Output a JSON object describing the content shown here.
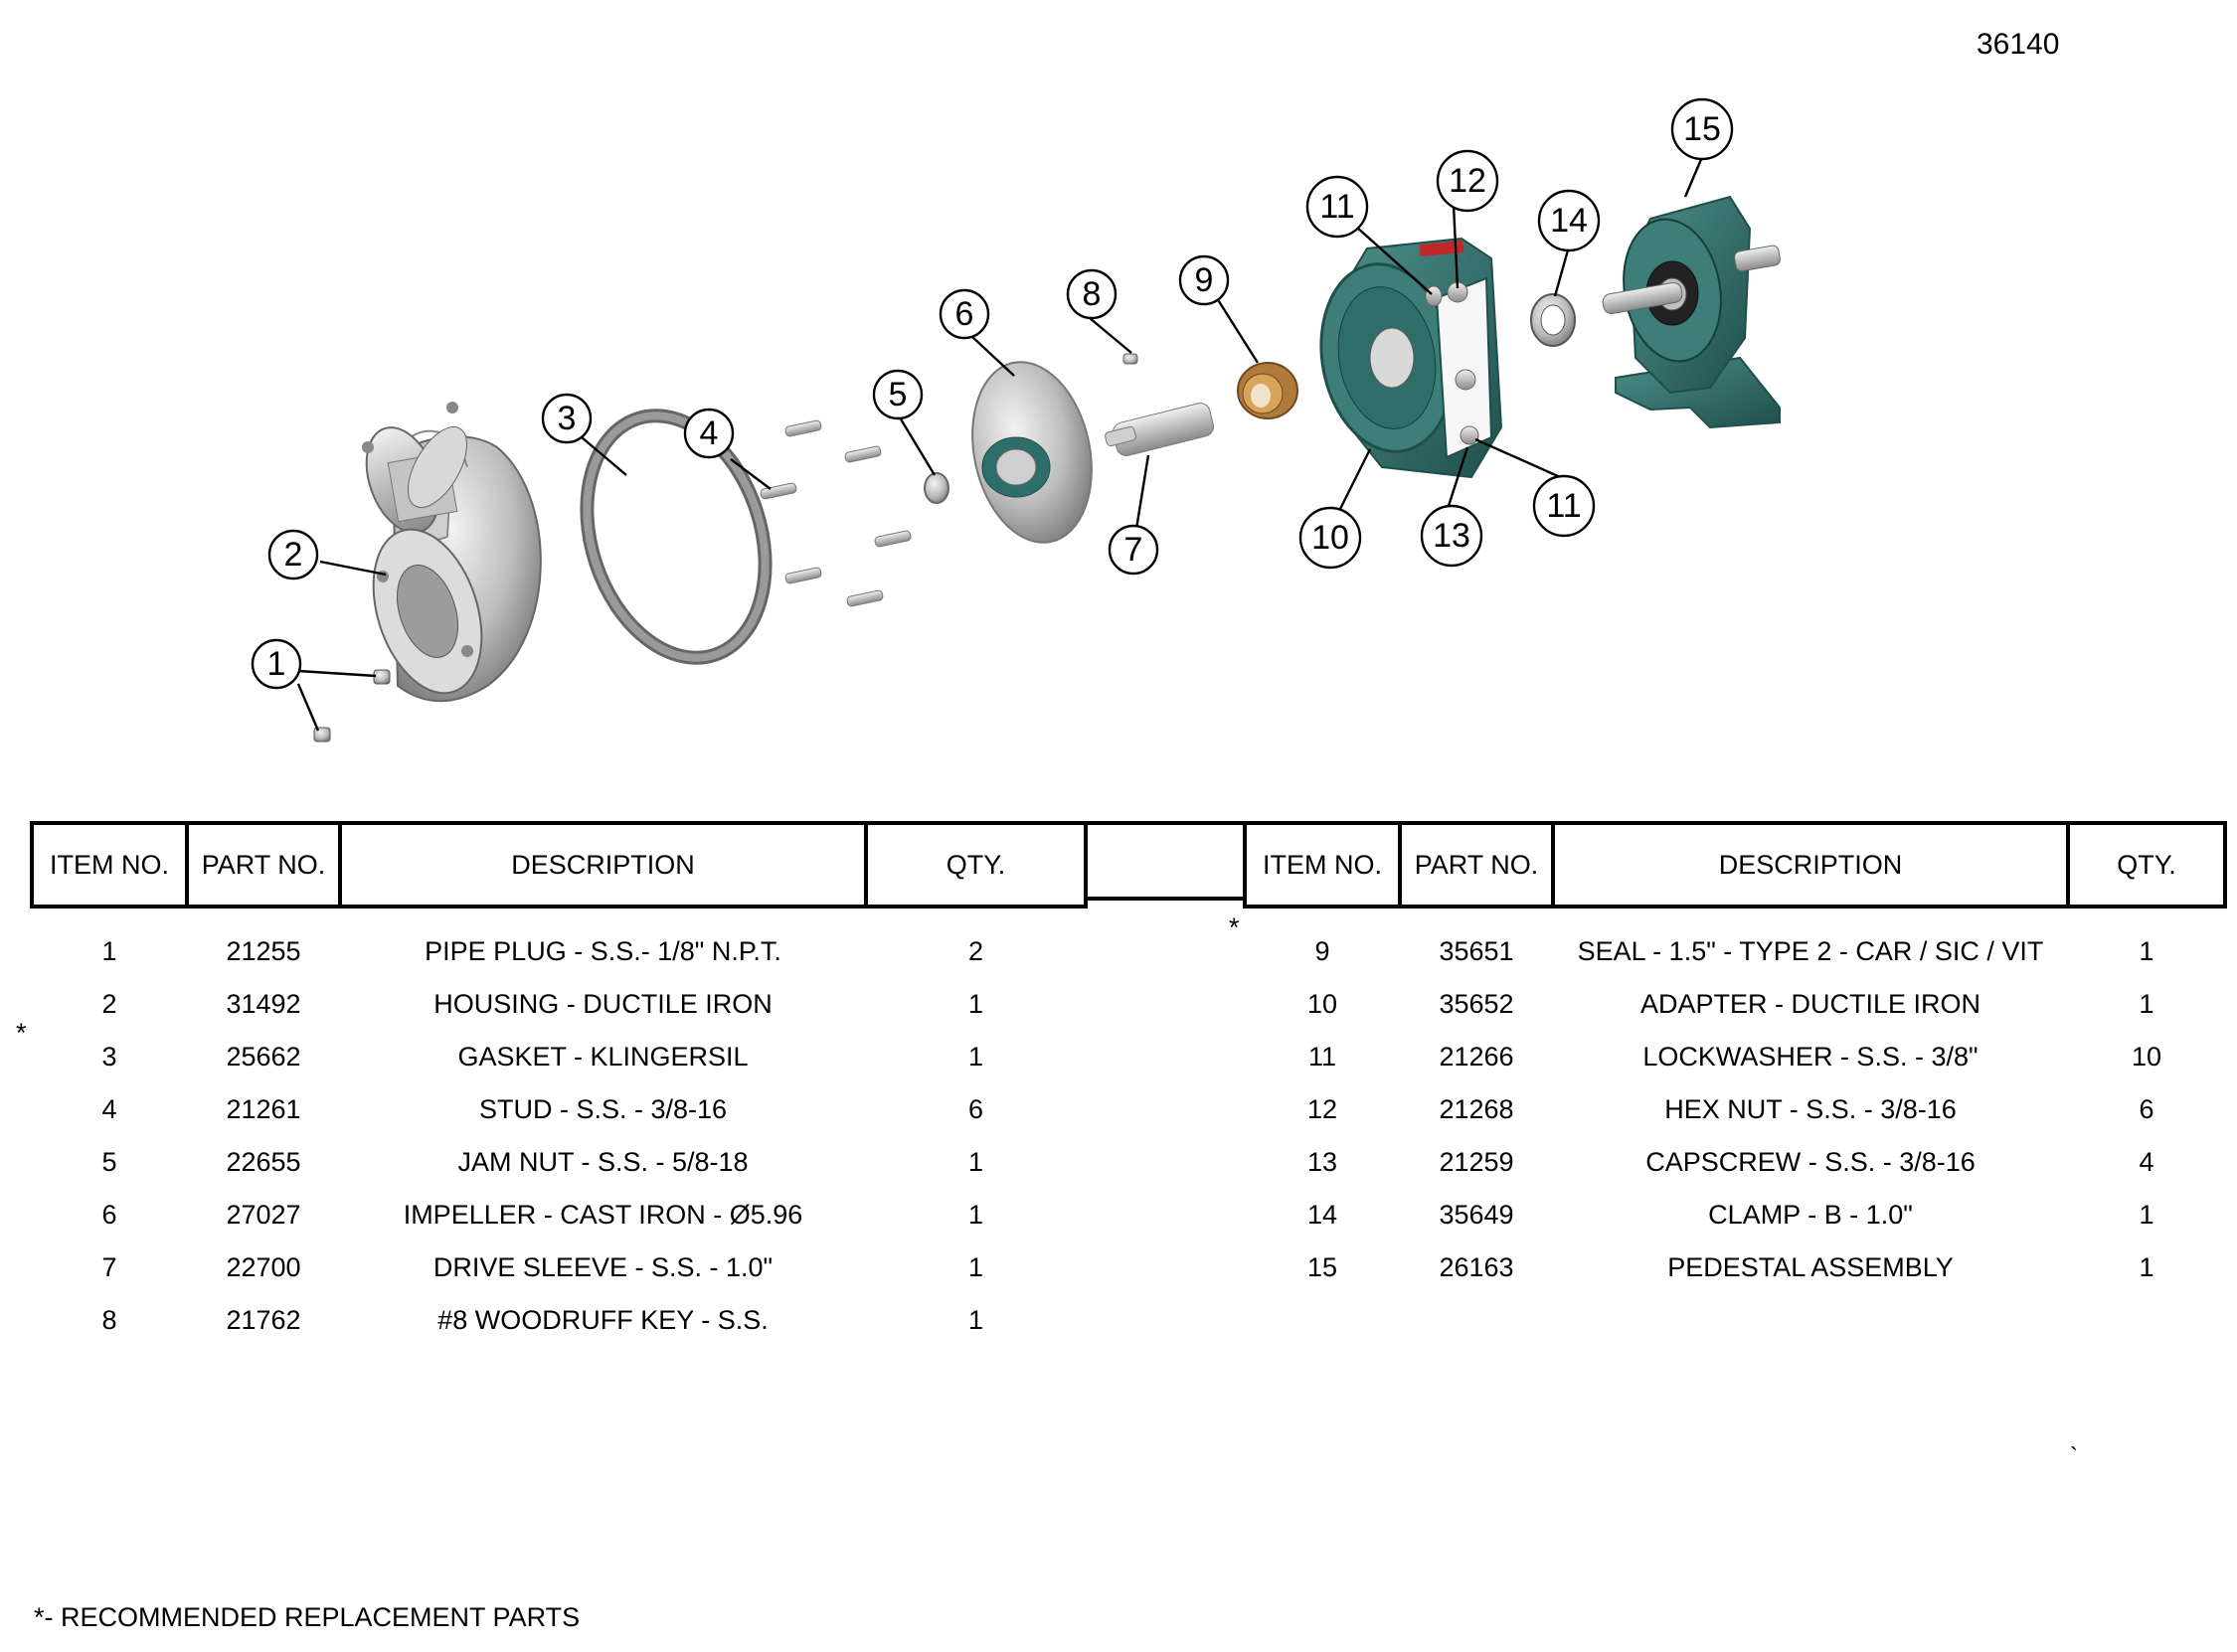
{
  "doc_number": "36140",
  "callouts": [
    "1",
    "2",
    "3",
    "4",
    "5",
    "6",
    "7",
    "8",
    "9",
    "10",
    "11",
    "11",
    "12",
    "13",
    "14",
    "15"
  ],
  "table": {
    "headers": {
      "item_no": "ITEM NO.",
      "part_no": "PART NO.",
      "description": "DESCRIPTION",
      "qty": "QTY."
    },
    "left_rows": [
      {
        "mark": "",
        "item": "1",
        "part": "21255",
        "description": "PIPE PLUG - S.S.- 1/8\" N.P.T.",
        "qty": "2"
      },
      {
        "mark": "",
        "item": "2",
        "part": "31492",
        "description": "HOUSING - DUCTILE IRON",
        "qty": "1"
      },
      {
        "mark": "*",
        "item": "3",
        "part": "25662",
        "description": "GASKET - KLINGERSIL",
        "qty": "1"
      },
      {
        "mark": "",
        "item": "4",
        "part": "21261",
        "description": "STUD - S.S. - 3/8-16",
        "qty": "6"
      },
      {
        "mark": "",
        "item": "5",
        "part": "22655",
        "description": "JAM NUT - S.S. - 5/8-18",
        "qty": "1"
      },
      {
        "mark": "",
        "item": "6",
        "part": "27027",
        "description": "IMPELLER - CAST IRON  - Ø5.96",
        "qty": "1"
      },
      {
        "mark": "",
        "item": "7",
        "part": "22700",
        "description": "DRIVE SLEEVE - S.S. - 1.0\"",
        "qty": "1"
      },
      {
        "mark": "",
        "item": "8",
        "part": "21762",
        "description": "#8 WOODRUFF KEY - S.S.",
        "qty": "1"
      }
    ],
    "right_rows": [
      {
        "mark": "*",
        "item": "9",
        "part": "35651",
        "description": "SEAL - 1.5\" - TYPE 2 - CAR / SIC / VIT",
        "qty": "1"
      },
      {
        "mark": "",
        "item": "10",
        "part": "35652",
        "description": "ADAPTER - DUCTILE IRON",
        "qty": "1"
      },
      {
        "mark": "",
        "item": "11",
        "part": "21266",
        "description": "LOCKWASHER - S.S. - 3/8\"",
        "qty": "10"
      },
      {
        "mark": "",
        "item": "12",
        "part": "21268",
        "description": "HEX NUT - S.S. - 3/8-16",
        "qty": "6"
      },
      {
        "mark": "",
        "item": "13",
        "part": "21259",
        "description": "CAPSCREW - S.S. - 3/8-16",
        "qty": "4"
      },
      {
        "mark": "",
        "item": "14",
        "part": "35649",
        "description": "CLAMP - B - 1.0\"",
        "qty": "1"
      },
      {
        "mark": "",
        "item": "15",
        "part": "26163",
        "description": "PEDESTAL ASSEMBLY",
        "qty": "1"
      }
    ]
  },
  "footnote": "*- RECOMMENDED REPLACEMENT PARTS",
  "stray_mark": "`",
  "colors": {
    "casting_gray": "#b8b8b8",
    "adapter_teal": "#2e6e6a",
    "accent_red": "#c0282a",
    "seal_bronze": "#b07a3a"
  }
}
